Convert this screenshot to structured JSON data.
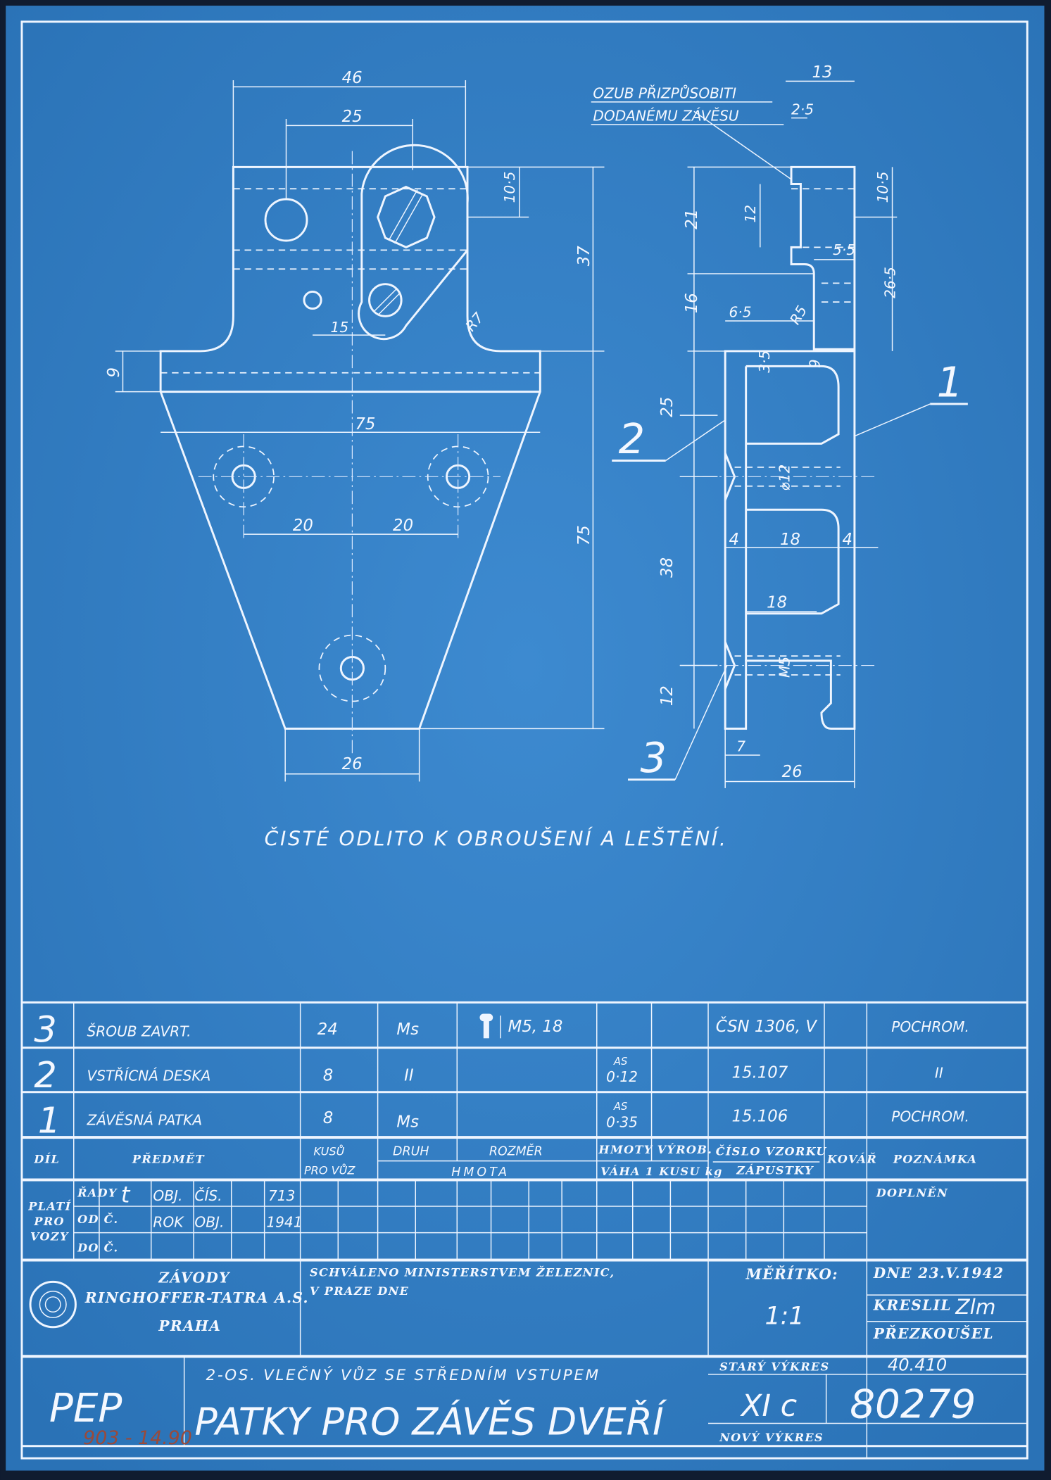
{
  "colors": {
    "paper": "#2f7cc1",
    "line": "#eef5ff",
    "ink": "#9a4a3a"
  },
  "front_view": {
    "dims": [
      "46",
      "25",
      "10·5",
      "37",
      "9",
      "15",
      "R7",
      "75",
      "20",
      "20",
      "75",
      "26"
    ]
  },
  "side_view": {
    "note_line1": "OZUB PŘIZPŮSOBITI",
    "note_line2": "DODANÉMU ZÁVĚSU",
    "dims": [
      "13",
      "2·5",
      "10·5",
      "21",
      "12",
      "5·5",
      "26·5",
      "16",
      "6·5",
      "R5",
      "3·5",
      "9",
      "25",
      "38",
      "12",
      "4",
      "18",
      "4",
      "18",
      "M5",
      "⌀12",
      "7",
      "26"
    ],
    "callouts": [
      "1",
      "2",
      "3"
    ]
  },
  "general_note": "ČISTÉ ODLITO K OBROUŠENÍ A LEŠTĚNÍ.",
  "parts_list": {
    "rows": [
      {
        "dil": "3",
        "predmet": "ŠROUB ZAVRT.",
        "kusu": "24",
        "druh": "Ms",
        "rozmer": "M5, 18",
        "hmotnost_as": "",
        "hmotnost": "",
        "cislo": "ČSN 1306, V",
        "poznamka": "POCHROM."
      },
      {
        "dil": "2",
        "predmet": "VSTŘÍCNÁ DESKA",
        "kusu": "8",
        "druh": "II",
        "rozmer": "",
        "hmotnost_as": "AS",
        "hmotnost": "0·12",
        "cislo": "15.107",
        "poznamka": "II"
      },
      {
        "dil": "1",
        "predmet": "ZÁVĚSNÁ PATKA",
        "kusu": "8",
        "druh": "Ms",
        "rozmer": "",
        "hmotnost_as": "AS",
        "hmotnost": "0·35",
        "cislo": "15.106",
        "poznamka": "POCHROM."
      }
    ],
    "headers": {
      "dil": "DÍL",
      "predmet": "PŘEDMĚT",
      "kusu1": "KUSŮ",
      "kusu2": "PRO VŮZ",
      "druh": "DRUH",
      "rozmer": "ROZMĚR",
      "hmota": "HMOTA",
      "hmoty": "HMOTY",
      "vyrob": "VÝROB.",
      "vaha": "VÁHA 1 KUSU kg",
      "cislo1": "ČÍSLO VZORKU",
      "cislo2": "ZÁPUSTKY",
      "kovar": "KOVÁŘ",
      "poznamka": "POZNÁMKA"
    }
  },
  "validity": {
    "plati": [
      "PLATÍ",
      "PRO",
      "VOZY"
    ],
    "rady": "ŘADY",
    "od": "OD Č.",
    "do": "DO Č.",
    "t": "t",
    "obj_cis_label1": "OBJ.",
    "obj_cis_label2": "ČÍS.",
    "obj_cis": "713",
    "rok_label1": "ROK",
    "rok_label2": "OBJ.",
    "rok": "1941",
    "doplnen": "DOPLNĚN"
  },
  "title_block": {
    "company1": "ZÁVODY",
    "company2": "RINGHOFFER-TATRA A.S.",
    "company3": "PRAHA",
    "approval1": "SCHVÁLENO MINISTERSTVEM ŽELEZNIC,",
    "approval2": "V PRAZE DNE",
    "scale_label": "MĚŘÍTKO:",
    "scale": "1:1",
    "date": "DNE 23.V.1942",
    "drawn": "KRESLIL",
    "drawn_sig": "Zlm",
    "checked": "PŘEZKOUŠEL",
    "code": "PEP",
    "handwritten": "903 - 14.90",
    "subtitle": "2-OS. VLEČNÝ VŮZ SE STŘEDNÍM VSTUPEM",
    "title": "PATKY PRO ZÁVĚS DVEŘÍ",
    "old_label": "STARÝ VÝKRES",
    "old_number": "40.410",
    "class": "XI c",
    "number": "80279",
    "new_label": "NOVÝ VÝKRES"
  }
}
